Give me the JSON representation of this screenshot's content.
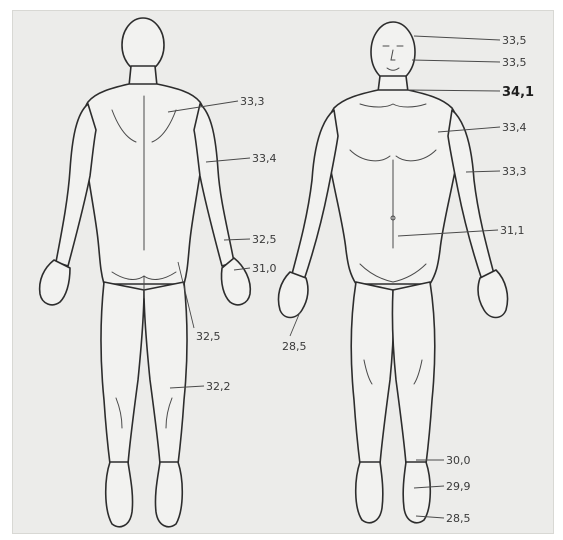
{
  "figures": {
    "back": {
      "labels": [
        {
          "id": "upper-back",
          "text": "33,3"
        },
        {
          "id": "upper-arm",
          "text": "33,4"
        },
        {
          "id": "forearm",
          "text": "32,5"
        },
        {
          "id": "hand",
          "text": "31,0"
        },
        {
          "id": "thigh",
          "text": "32,5"
        },
        {
          "id": "calf",
          "text": "32,2"
        }
      ]
    },
    "front": {
      "labels": [
        {
          "id": "forehead",
          "text": "33,5"
        },
        {
          "id": "face",
          "text": "33,5"
        },
        {
          "id": "neck",
          "text": "34,1"
        },
        {
          "id": "chest",
          "text": "33,4"
        },
        {
          "id": "upper-arm",
          "text": "33,3"
        },
        {
          "id": "abdomen",
          "text": "31,1"
        },
        {
          "id": "fingers",
          "text": "28,5"
        },
        {
          "id": "ankle",
          "text": "30,0"
        },
        {
          "id": "foot",
          "text": "29,9"
        },
        {
          "id": "toes",
          "text": "28,5"
        }
      ]
    }
  }
}
